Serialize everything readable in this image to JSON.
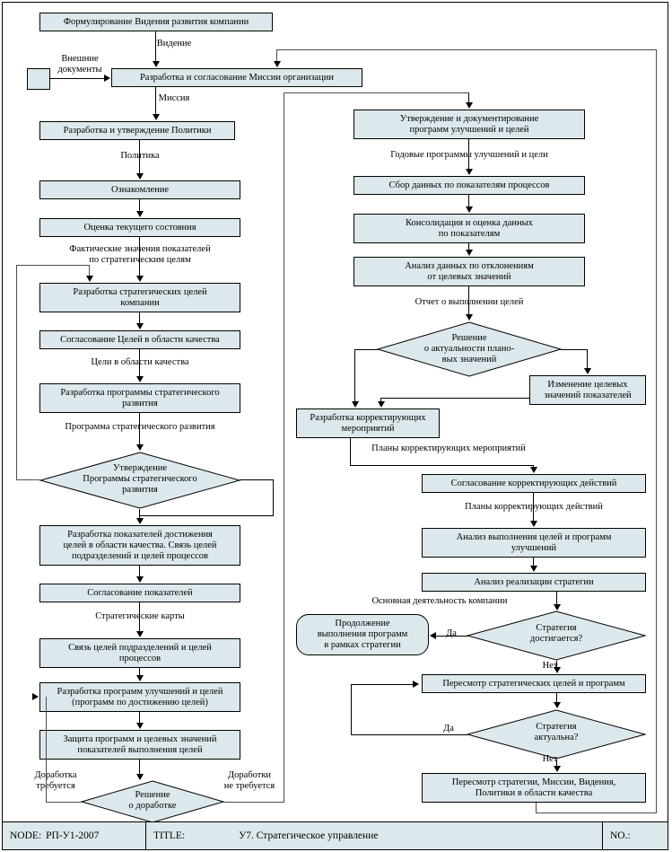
{
  "diagram": {
    "title": "У7. Стратегическое управление",
    "colors": {
      "node_fill": "#dde8ec",
      "node_border": "#000000",
      "connector": "#4d4d4d",
      "page_bg": "#ffffff"
    },
    "left_column": {
      "n1": "Формулирование Видения развития компании",
      "n2_ext": "",
      "n3": "Разработка и согласование Миссии организации",
      "n4": "Разработка и утверждение Политики",
      "n5": "Ознакомление",
      "n6": "Оценка текущего состояния",
      "n7": "Разработка стратегических целей\nкомпании",
      "n8": "Согласование Целей в области качества",
      "n9": "Разработка программы стратегического\nразвития",
      "n10": "Утверждение\nПрограммы стратегического\nразвития",
      "n11": "Разработка показателей достижения\nцелей в области качества. Связь целей\nподразделений и целей процессов",
      "n12": "Согласование показателей",
      "n13": "Связь целей подразделений и целей\nпроцессов",
      "n14": "Разработка программ улучшений и целей\n(программ по достижению целей)",
      "n15": "Защита программ и целевых значений\nпоказателей выполнения целей",
      "n16": "Решение\nо доработке"
    },
    "left_labels": {
      "l1": "Видение",
      "l2": "Внешние\nдокументы",
      "l3": "Миссия",
      "l4": "Политика",
      "l5": "Фактические значения показателей\nпо стратегическим целям",
      "l6": "Цели в области качества",
      "l7": "Программа стратегического развития",
      "l8": "Стратегические карты",
      "l9": "Доработка\nтребуется",
      "l10": "Доработки\nне требуется"
    },
    "right_column": {
      "r1": "Утверждение и документирование\nпрограмм улучшений и целей",
      "r2": "Сбор данных по показателям процессов",
      "r3": "Консолидация и оценка данных\nпо показателям",
      "r4": "Анализ данных по отклонениям\nот целевых значений",
      "r5": "Решение\nо актуальности плано-\nвых значений",
      "r6": "Изменение целевых\nзначений показателей",
      "r7": "Разработка корректирующих\nмероприятий",
      "r8": "Согласование корректирующих действий",
      "r9": "Анализ выполнения целей и программ\nулучшений",
      "r10": "Анализ реализации стратегии",
      "r11": "Стратегия\nдостигается?",
      "r12": "Продолжение\nвыполнения программ\nв рамках стратегии",
      "r13": "Пересмотр стратегических целей и программ",
      "r14": "Стратегия\nактуальна?",
      "r15": "Пересмотр стратегии, Миссии, Видения,\nПолитики в области качества"
    },
    "right_labels": {
      "m1": "Годовые программы улучшений и цели",
      "m2": "Отчет о выполнении целей",
      "m3": "Планы корректирующих мероприятий",
      "m4": "Планы корректирующих действий",
      "m5": "Основная деятельность компании",
      "m6": "Да",
      "m7": "Нет",
      "m8": "Да",
      "m9": "Нет"
    }
  },
  "footer": {
    "node_label": "NODE:",
    "node_value": "РП-У1-2007",
    "title_label": "TITLE:",
    "title_value": "У7. Стратегическое управление",
    "no_label": "NO.:"
  }
}
